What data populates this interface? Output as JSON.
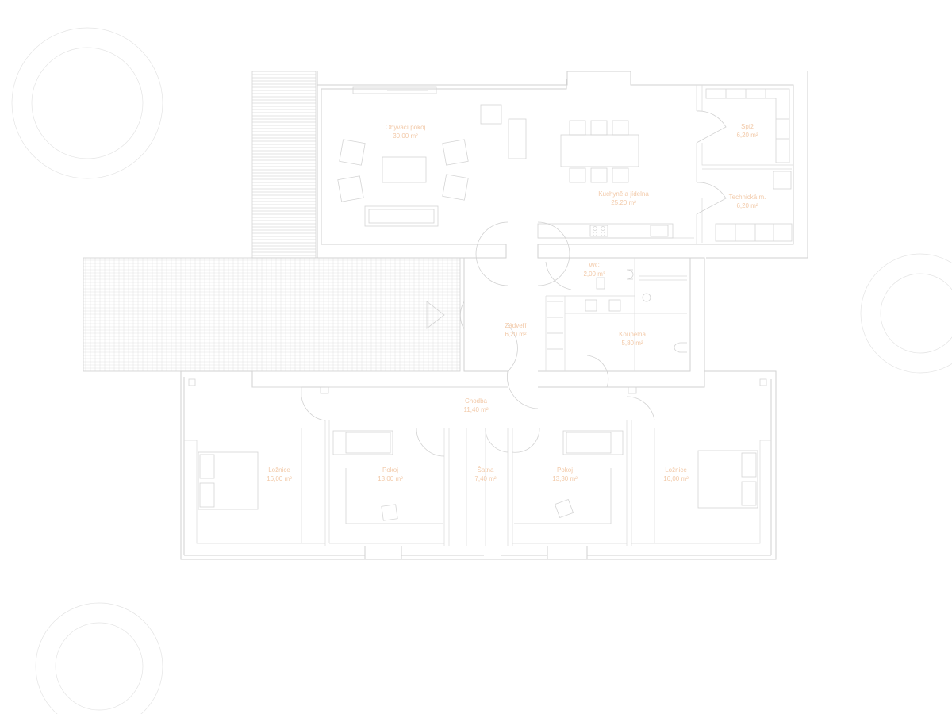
{
  "colors": {
    "background": "#ffffff",
    "lines": "#d2d2d2",
    "labels": "#f2c9a8"
  },
  "rooms": [
    {
      "id": "obyvaci-pokoj",
      "name": "Obývací pokoj",
      "area": "30,00 m²"
    },
    {
      "id": "jidelna",
      "name": "Kuchyně a jídelna",
      "area": "25,20 m²"
    },
    {
      "id": "spiz",
      "name": "Spíž",
      "area": "6,20 m²"
    },
    {
      "id": "technicka",
      "name": "Technická m.",
      "area": "6,20 m²"
    },
    {
      "id": "wc",
      "name": "WC",
      "area": "2,00 m²"
    },
    {
      "id": "zadveri",
      "name": "Zádveří",
      "area": "6,20 m²"
    },
    {
      "id": "koupelna",
      "name": "Koupelna",
      "area": "5,80 m²"
    },
    {
      "id": "chodba",
      "name": "Chodba",
      "area": "11,40 m²"
    },
    {
      "id": "loznice-left",
      "name": "Ložnice",
      "area": "16,00 m²"
    },
    {
      "id": "pokoj-1",
      "name": "Pokoj",
      "area": "13,00 m²"
    },
    {
      "id": "satna",
      "name": "Šatna",
      "area": "7,40 m²"
    },
    {
      "id": "pokoj-2",
      "name": "Pokoj",
      "area": "13,30 m²"
    },
    {
      "id": "loznice-right",
      "name": "Ložnice",
      "area": "16,00 m²"
    }
  ]
}
